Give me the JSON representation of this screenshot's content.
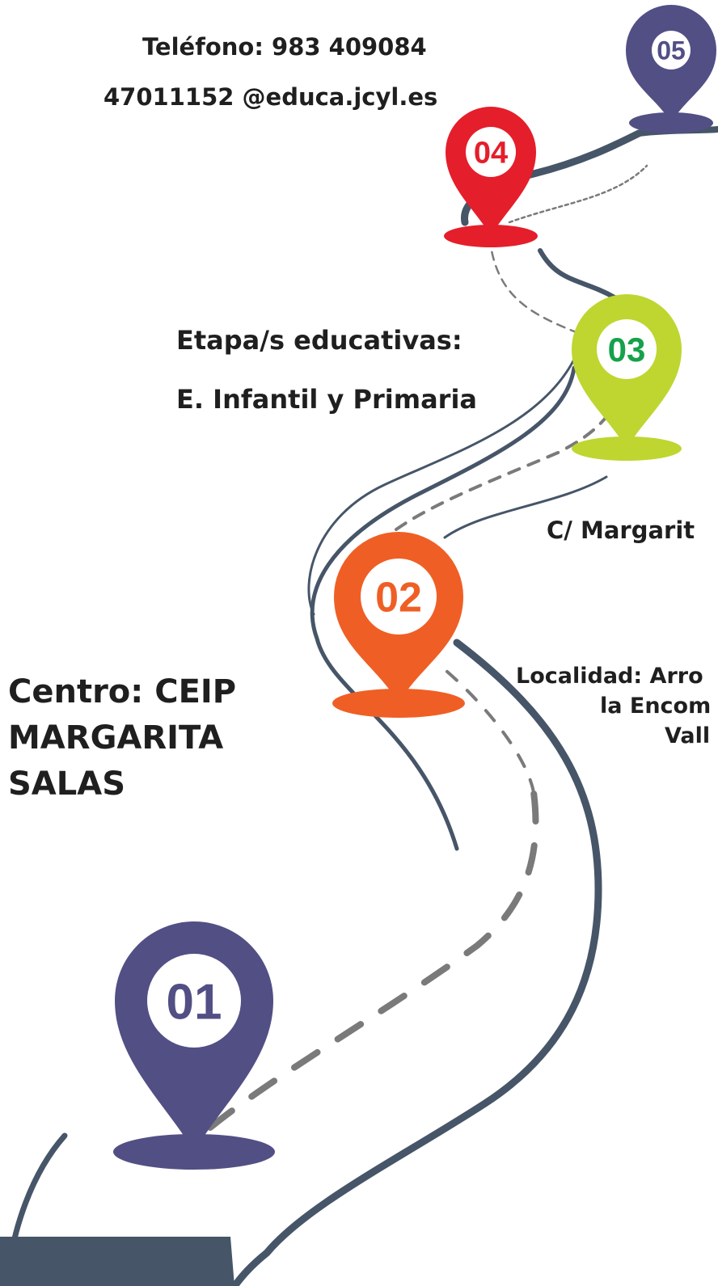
{
  "info": {
    "telefono": "Teléfono: 983 409084",
    "email": "47011152 @educa.jcyl.es",
    "etapa_label": "Etapa/s educativas:",
    "etapa_value": "E. Infantil y Primaria",
    "direccion": "C/ Margarit",
    "localidad_line1": "Localidad: Arro",
    "localidad_line2": "la Encom",
    "localidad_line3": "Vall",
    "centro": "Centro: CEIP MARGARITA SALAS"
  },
  "pins": [
    {
      "id": "01",
      "label": "01",
      "color": "#524f85",
      "text_color": "#524f85"
    },
    {
      "id": "02",
      "label": "02",
      "color": "#ef5f25",
      "text_color": "#ef5f25"
    },
    {
      "id": "03",
      "label": "03",
      "color": "#bed62f",
      "text_color": "#16a14b"
    },
    {
      "id": "04",
      "label": "04",
      "color": "#e51e2b",
      "text_color": "#e51e2b"
    },
    {
      "id": "05",
      "label": "05",
      "color": "#524f85",
      "text_color": "#524f85"
    }
  ],
  "colors": {
    "road_edge": "#465568",
    "road_surface": "#ffffff",
    "dash": "#7a7a7a"
  }
}
